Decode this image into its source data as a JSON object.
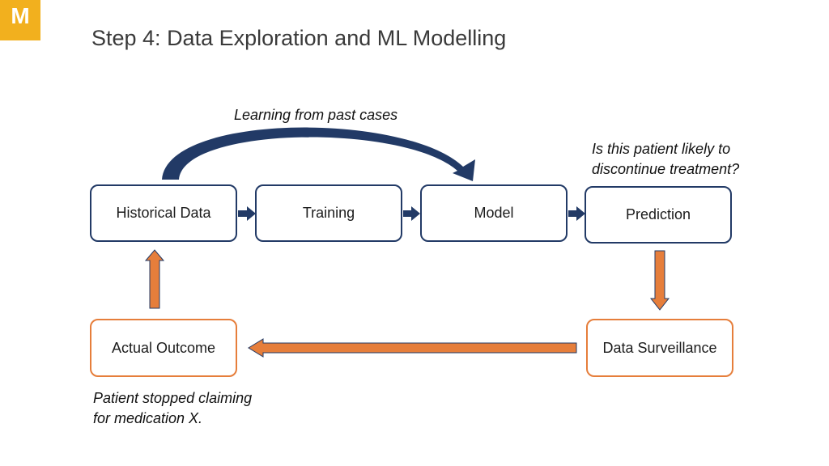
{
  "logo": {
    "letter": "M"
  },
  "title": "Step 4: Data Exploration and ML Modelling",
  "boxes": {
    "historical": "Historical Data",
    "training": "Training",
    "model": "Model",
    "prediction": "Prediction",
    "actual": "Actual Outcome",
    "surveillance": "Data Surveillance"
  },
  "notes": {
    "learning": "Learning from past cases",
    "question_line1": "Is this patient likely to",
    "question_line2": "discontinue treatment?",
    "patient_line1": "Patient stopped claiming",
    "patient_line2": "for medication X."
  },
  "colors": {
    "navy": "#223a66",
    "orange": "#e67e3b",
    "logo": "#f2b01e"
  }
}
